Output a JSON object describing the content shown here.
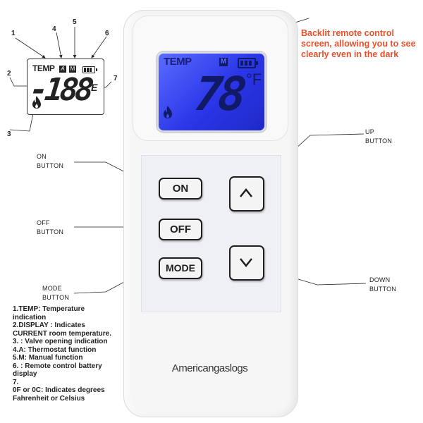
{
  "mini_lcd": {
    "temp_label": "TEMP",
    "a_icon": "A",
    "m_icon": "M",
    "digits": "-188",
    "unit_top": "°",
    "unit_letter": "E",
    "icons": [
      "flame-icon",
      "battery-icon"
    ]
  },
  "callout_numbers": [
    "1",
    "2",
    "3",
    "4",
    "5",
    "6",
    "7"
  ],
  "lcd_screen": {
    "temp_label": "TEMP",
    "m_icon": "M",
    "temperature": "78",
    "unit": "°F",
    "backlight_color": "#3b4cf0"
  },
  "buttons": {
    "on": "ON",
    "off": "OFF",
    "mode": "MODE"
  },
  "brand": "Americangaslogs",
  "labels": {
    "backlit": "Backlit remote control screen, allowing you to see clearly even in the dark",
    "on_line1": "ON",
    "on_line2": "BUTTON",
    "off_line1": "OFF",
    "off_line2": "BUTTON",
    "mode_line1": "MODE",
    "mode_line2": "BUTTON",
    "up_line1": "UP",
    "up_line2": "BUTTON",
    "down_line1": "DOWN",
    "down_line2": "BUTTON"
  },
  "legend": [
    "1.TEMP: Temperature indication",
    "2.DISPLAY : Indicates CURRENT room temperature. 3. : Valve opening indication",
    "4.A: Thermostat function",
    "5.M: Manual function",
    "6. : Remote control battery display",
    "7.",
    "0F or 0C: Indicates degrees Fahrenheit or Celsius"
  ],
  "colors": {
    "accent_text": "#e8502a",
    "screen_blue": "#3b4cf0"
  }
}
